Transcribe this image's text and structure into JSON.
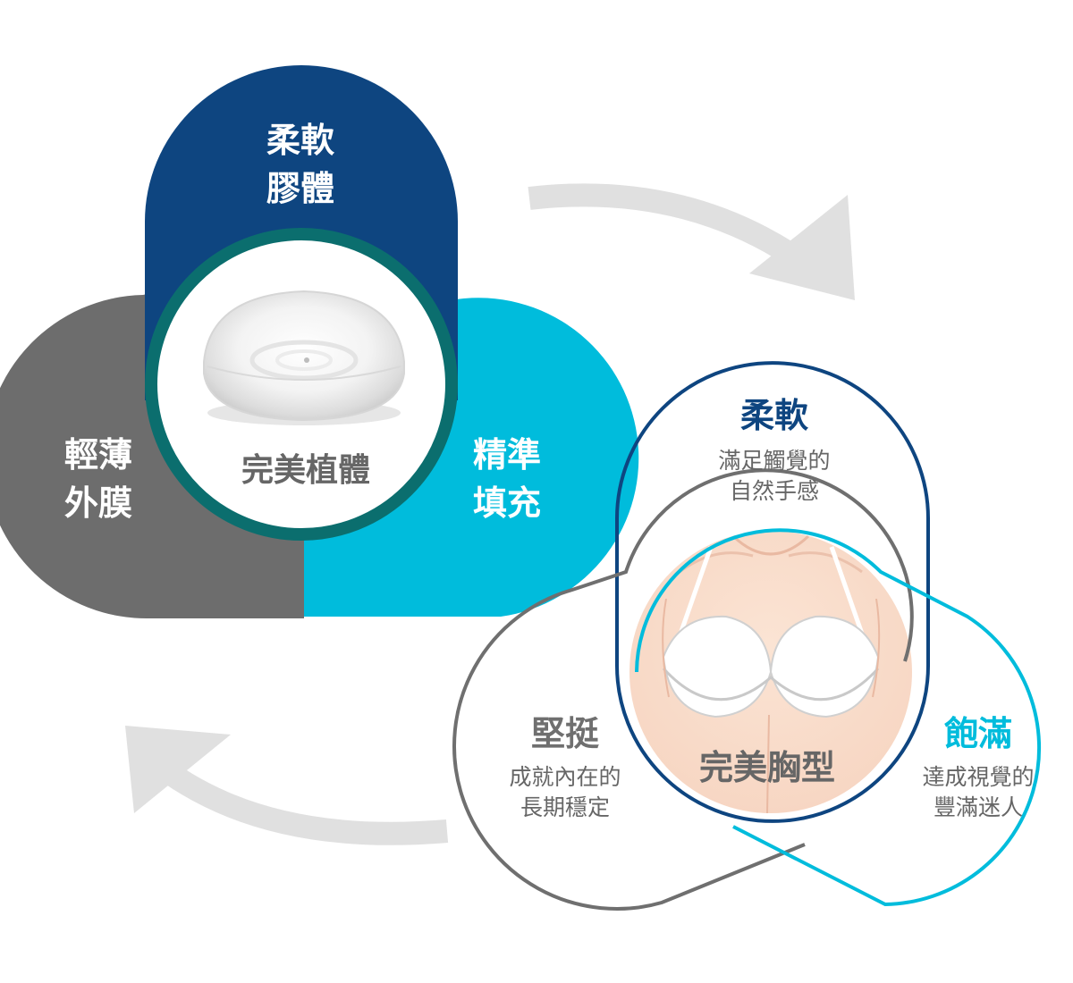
{
  "colors": {
    "navy": "#0e4580",
    "cyan": "#00bcdc",
    "gray": "#6d6d6d",
    "teal": "#0b6e6e",
    "arrow": "#e0e0e0",
    "outline_gray": "#6f6f6f"
  },
  "implant_diagram": {
    "top": {
      "line1": "柔軟",
      "line2": "膠體"
    },
    "left": {
      "line1": "輕薄",
      "line2": "外膜"
    },
    "right": {
      "line1": "精準",
      "line2": "填充"
    },
    "center": "完美植體",
    "center_image": "silicone-implant-photo"
  },
  "breast_diagram": {
    "top": {
      "title": "柔軟",
      "desc1": "滿足觸覺的",
      "desc2": "自然手感"
    },
    "left": {
      "title": "堅挺",
      "desc1": "成就內在的",
      "desc2": "長期穩定"
    },
    "right": {
      "title": "飽滿",
      "desc1": "達成視覺的",
      "desc2": "豐滿迷人"
    },
    "center": "完美胸型",
    "center_image": "bra-torso-illustration"
  },
  "arrows": [
    "arrow-clockwise-top",
    "arrow-clockwise-bottom"
  ]
}
